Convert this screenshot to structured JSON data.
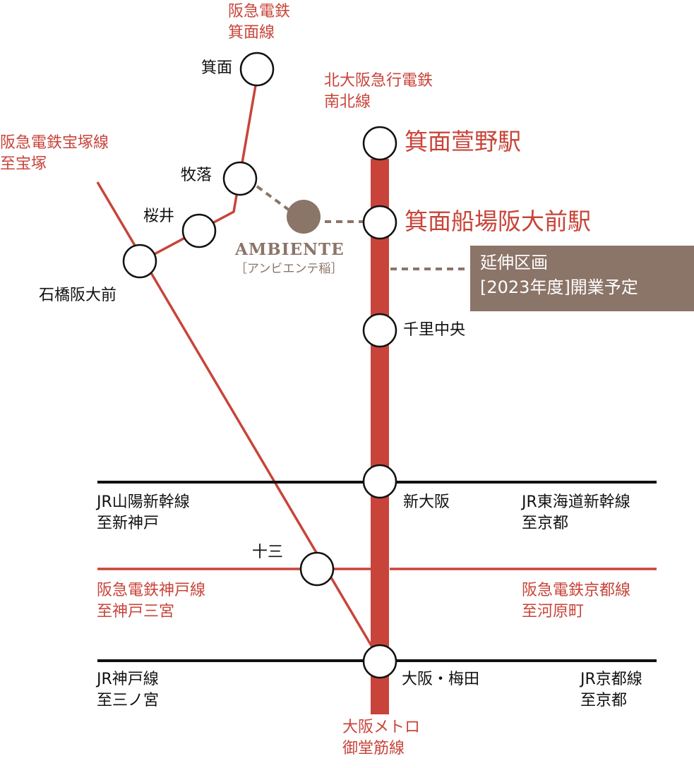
{
  "lines": {
    "hankyu_minoo": [
      "阪急電鉄",
      "箕面線"
    ],
    "kita_osaka": [
      "北大阪急行電鉄",
      "南北線"
    ],
    "hankyu_takarazuka": [
      "阪急電鉄宝塚線",
      "至宝塚"
    ],
    "jr_sanyo_shinkansen": [
      "JR山陽新幹線",
      "至新神戸"
    ],
    "jr_tokaido_shinkansen": [
      "JR東海道新幹線",
      "至京都"
    ],
    "hankyu_kobe": [
      "阪急電鉄神戸線",
      "至神戸三宮"
    ],
    "hankyu_kyoto": [
      "阪急電鉄京都線",
      "至河原町"
    ],
    "jr_kobe": [
      "JR神戸線",
      "至三ノ宮"
    ],
    "jr_kyoto": [
      "JR京都線",
      "至京都"
    ],
    "osaka_metro": [
      "大阪メトロ",
      "御堂筋線"
    ]
  },
  "stations": {
    "minoo": "箕面",
    "makiochi": "牧落",
    "sakurai": "桜井",
    "ishibashi": "石橋阪大前",
    "minoh_kayano": "箕面萱野駅",
    "minoh_semba": "箕面船場阪大前駅",
    "senri_chuo": "千里中央",
    "shin_osaka": "新大阪",
    "juso": "十三",
    "osaka_umeda": "大阪・梅田"
  },
  "property": {
    "name": "AMBIENTE",
    "sub": "［アンビエンテ稲］"
  },
  "extension": [
    "延伸区画",
    "[2023年度]開業予定"
  ],
  "colors": {
    "line_red": "#c8443a",
    "jr_black": "#111111",
    "property": "#8b7468",
    "station_fill": "#ffffff"
  }
}
